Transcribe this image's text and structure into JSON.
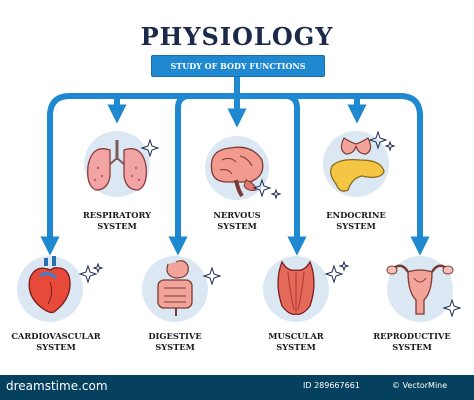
{
  "diagram": {
    "title": "PHYSIOLOGY",
    "subtitle": "STUDY OF BODY FUNCTIONS",
    "systems": [
      {
        "label": "RESPIRATORY\nSYSTEM",
        "icon": "lungs-icon"
      },
      {
        "label": "NERVOUS\nSYSTEM",
        "icon": "brain-icon"
      },
      {
        "label": "ENDOCRINE\nSYSTEM",
        "icon": "thyroid-pancreas-icon"
      },
      {
        "label": "CARDIOVASCULAR\nSYSTEM",
        "icon": "heart-icon"
      },
      {
        "label": "DIGESTIVE\nSYSTEM",
        "icon": "stomach-intestines-icon"
      },
      {
        "label": "MUSCULAR\nSYSTEM",
        "icon": "muscle-icon"
      },
      {
        "label": "REPRODUCTIVE\nSYSTEM",
        "icon": "uterus-icon"
      }
    ]
  },
  "footer": {
    "site": "dreamstime.com",
    "image_id": "ID 289667661",
    "credit": "© VectorMine"
  },
  "colors": {
    "arrow_blue": "#1e88d0",
    "circle_bg": "#dbe8f4",
    "footer_bg": "#06405f",
    "title_text": "#1c2a4a"
  }
}
